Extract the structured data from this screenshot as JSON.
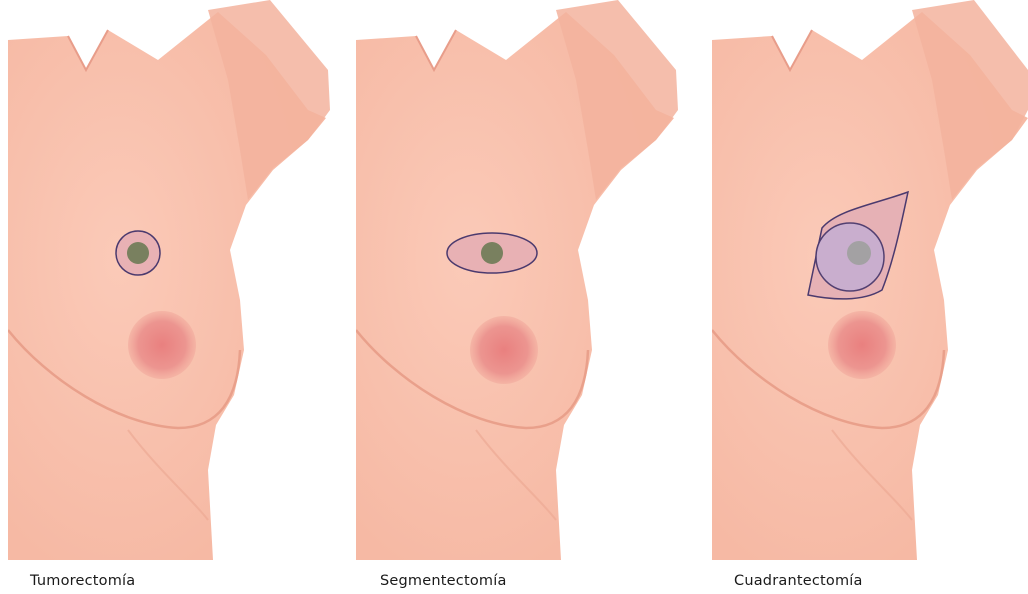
{
  "panels": [
    {
      "label": "Tumorectomía",
      "procedure": "tumorectomy"
    },
    {
      "label": "Segmentectomía",
      "procedure": "segmentectomy"
    },
    {
      "label": "Cuadrantectomía",
      "procedure": "quadrantectomy"
    }
  ],
  "colors": {
    "skin": "#f7bca8",
    "skin_shadow": "#eea58f",
    "areola": "#e98a85",
    "tumor": "#7a8162",
    "excision_outline": "#4b3a6e",
    "excision_fill": "#e7b3b5",
    "quadrant_fill": "#c9afcf"
  }
}
